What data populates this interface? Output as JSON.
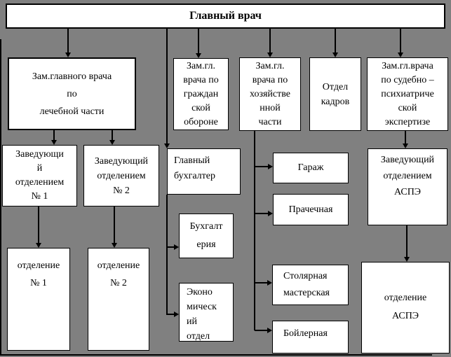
{
  "diagram": {
    "title": "Главный врач",
    "colors": {
      "canvas_background": "#808080",
      "box_fill": "#ffffff",
      "box_border": "#000000",
      "connector": "#000000",
      "text": "#000000"
    },
    "nodes": {
      "chief_physician": {
        "lines": [
          "Главный врач"
        ]
      },
      "deputy_medical": {
        "lines": [
          "Зам.главного врача",
          "по",
          "лечебной части"
        ]
      },
      "deputy_civil_defense": {
        "lines": [
          "Зам.гл.",
          "врача по",
          "граждан",
          "ской",
          "обороне"
        ]
      },
      "deputy_economic": {
        "lines": [
          "Зам.гл.",
          "врача по",
          "хозяйстве",
          "нной",
          "части"
        ]
      },
      "hr_department": {
        "lines": [
          "Отдел",
          "кадров"
        ]
      },
      "deputy_forensic": {
        "lines": [
          "Зам.гл.врача",
          "по судебно –",
          "психиатриче",
          "ской",
          "экспертизе"
        ]
      },
      "head_department_1": {
        "lines": [
          "Заведующи",
          "й",
          "отделением",
          "№ 1"
        ]
      },
      "head_department_2": {
        "lines": [
          "Заведующий",
          "отделением",
          "№ 2"
        ]
      },
      "chief_accountant": {
        "lines": [
          "Главный",
          "бухгалтер"
        ]
      },
      "garage": {
        "lines": [
          "Гараж"
        ]
      },
      "laundry": {
        "lines": [
          "Прачечная"
        ]
      },
      "head_aspe": {
        "lines": [
          "Заведующий",
          "отделением",
          "АСПЭ"
        ]
      },
      "department_1": {
        "lines": [
          "отделение",
          "№ 1"
        ]
      },
      "department_2": {
        "lines": [
          "отделение",
          "№ 2"
        ]
      },
      "accounting": {
        "lines": [
          "Бухгалт",
          "ерия"
        ]
      },
      "economic_department": {
        "lines": [
          "Эконо",
          "мическ",
          "ий",
          "отдел"
        ]
      },
      "carpentry_workshop": {
        "lines": [
          "Столярная",
          "мастерская"
        ]
      },
      "boiler_room": {
        "lines": [
          "Бойлерная"
        ]
      },
      "department_aspe": {
        "lines": [
          "отделение",
          "АСПЭ"
        ]
      }
    }
  }
}
